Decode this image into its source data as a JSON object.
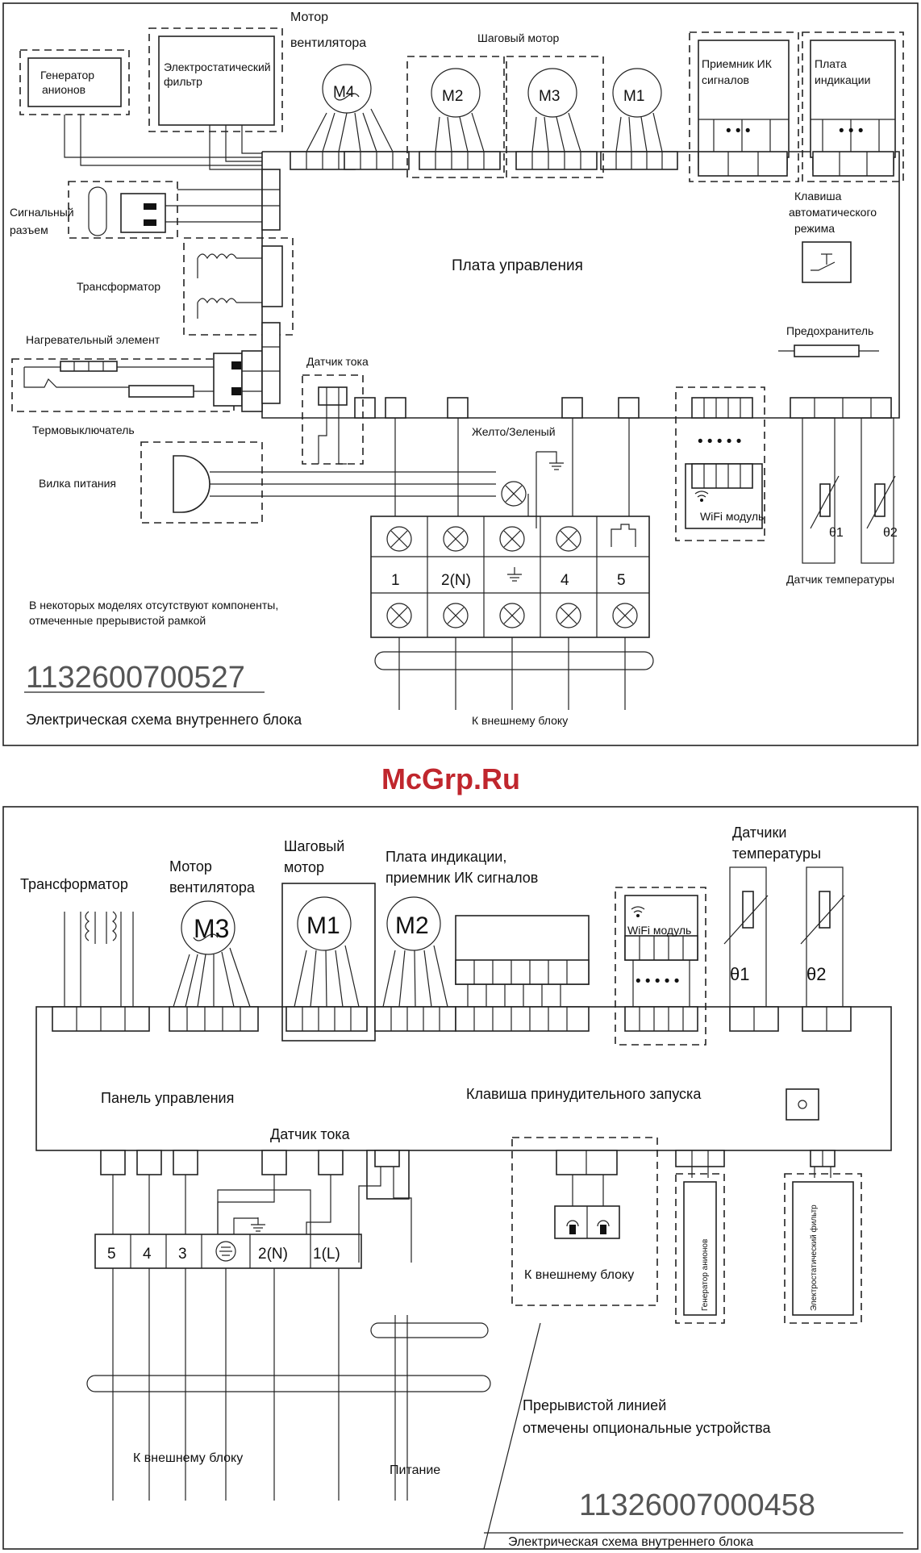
{
  "watermark": "McGrp.Ru",
  "diagram1": {
    "labels": {
      "anion_gen": [
        "Генератор",
        "анионов"
      ],
      "es_filter": [
        "Электростатический",
        "фильтр"
      ],
      "fan_motor": [
        "Мотор",
        "вентилятора"
      ],
      "step_motor": "Шаговый мотор",
      "ir_receiver": [
        "Приемник ИК",
        "сигналов"
      ],
      "display_board": [
        "Плата",
        "индикации"
      ],
      "signal_conn": [
        "Сигнальный",
        "разъем"
      ],
      "transformer": "Трансформатор",
      "heater": "Нагревательный элемент",
      "current_sensor": "Датчик тока",
      "thermo_switch": "Термовыключатель",
      "power_plug": "Вилка питания",
      "control_board": "Плата управления",
      "auto_key": [
        "Клавиша",
        "автоматического",
        "режима"
      ],
      "fuse": "Предохранитель",
      "yellow_green": "Желто/Зеленый",
      "wifi": "WiFi модуль",
      "temp_sensor": "Датчик температуры",
      "note": [
        "В некоторых моделях отсутствуют компоненты,",
        "отмеченные прерывистой рамкой"
      ],
      "code": "1132600700527",
      "title": "Электрическая схема внутреннего блока",
      "to_outdoor": "К внешнему блоку",
      "terminals": [
        "1",
        "2(N)",
        "",
        "4",
        "5"
      ],
      "motors": [
        "M4",
        "M2",
        "M3",
        "M1"
      ],
      "theta1": "θ1",
      "theta2": "θ2"
    }
  },
  "diagram2": {
    "labels": {
      "transformer": "Трансформатор",
      "fan_motor": [
        "Мотор",
        "вентилятора"
      ],
      "step_motor": [
        "Шаговый",
        "мотор"
      ],
      "display_ir": [
        "Плата индикации,",
        "приемник ИК сигналов"
      ],
      "temp_sensors": [
        "Датчики",
        "температуры"
      ],
      "wifi": "WiFi модуль",
      "control_panel": "Панель управления",
      "force_key": "Клавиша принудительного запуска",
      "current_sensor": "Датчик тока",
      "terminals": [
        "5",
        "4",
        "3",
        "",
        "2(N)",
        "1(L)"
      ],
      "to_outdoor_small": "К внешнему блоку",
      "to_outdoor": "К внешнему блоку",
      "power": "Питание",
      "anion_gen": "Генератор анионов",
      "es_filter": "Электростатический фильтр",
      "note": [
        "Прерывистой линией",
        "отмечены опциональные устройства"
      ],
      "code": "11326007000458",
      "title": "Электрическая схема внутреннего блока",
      "motors": [
        "M3",
        "M1",
        "M2"
      ],
      "theta1": "θ1",
      "theta2": "θ2"
    }
  }
}
